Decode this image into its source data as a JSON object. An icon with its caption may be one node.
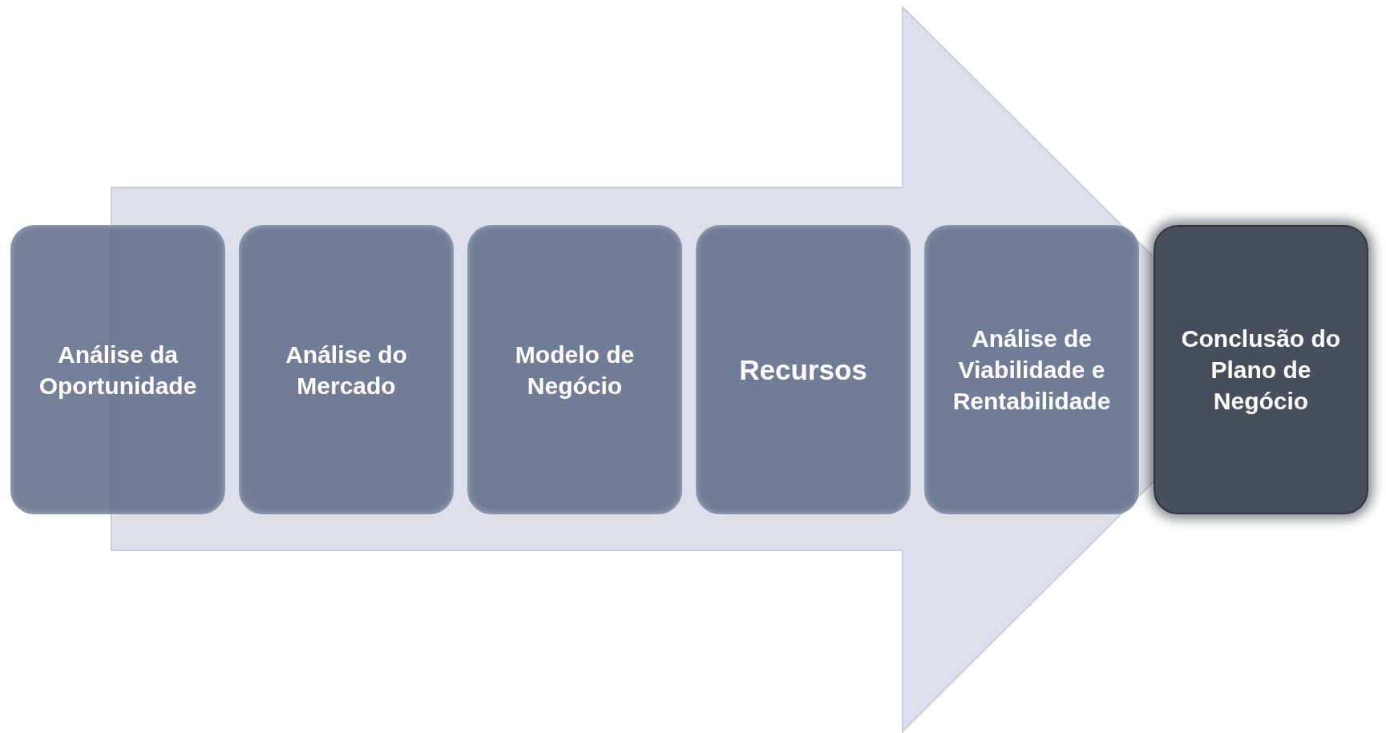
{
  "diagram": {
    "nodes": [
      {
        "text": [
          "Análise da Oportunidade"
        ]
      },
      {
        "text": [
          "Análise do Mercado"
        ]
      },
      {
        "text": [
          "Modelo de Negócio"
        ]
      },
      {
        "text": [
          "Recursos"
        ]
      },
      {
        "text": [
          "Análise de Viabilidade e Rentabilidade"
        ]
      },
      {
        "text": [
          "Conclusão do Plano de Negócio"
        ]
      }
    ],
    "edges": [
      {
        "from": 0,
        "to": 5,
        "arrow": "to"
      }
    ]
  }
}
